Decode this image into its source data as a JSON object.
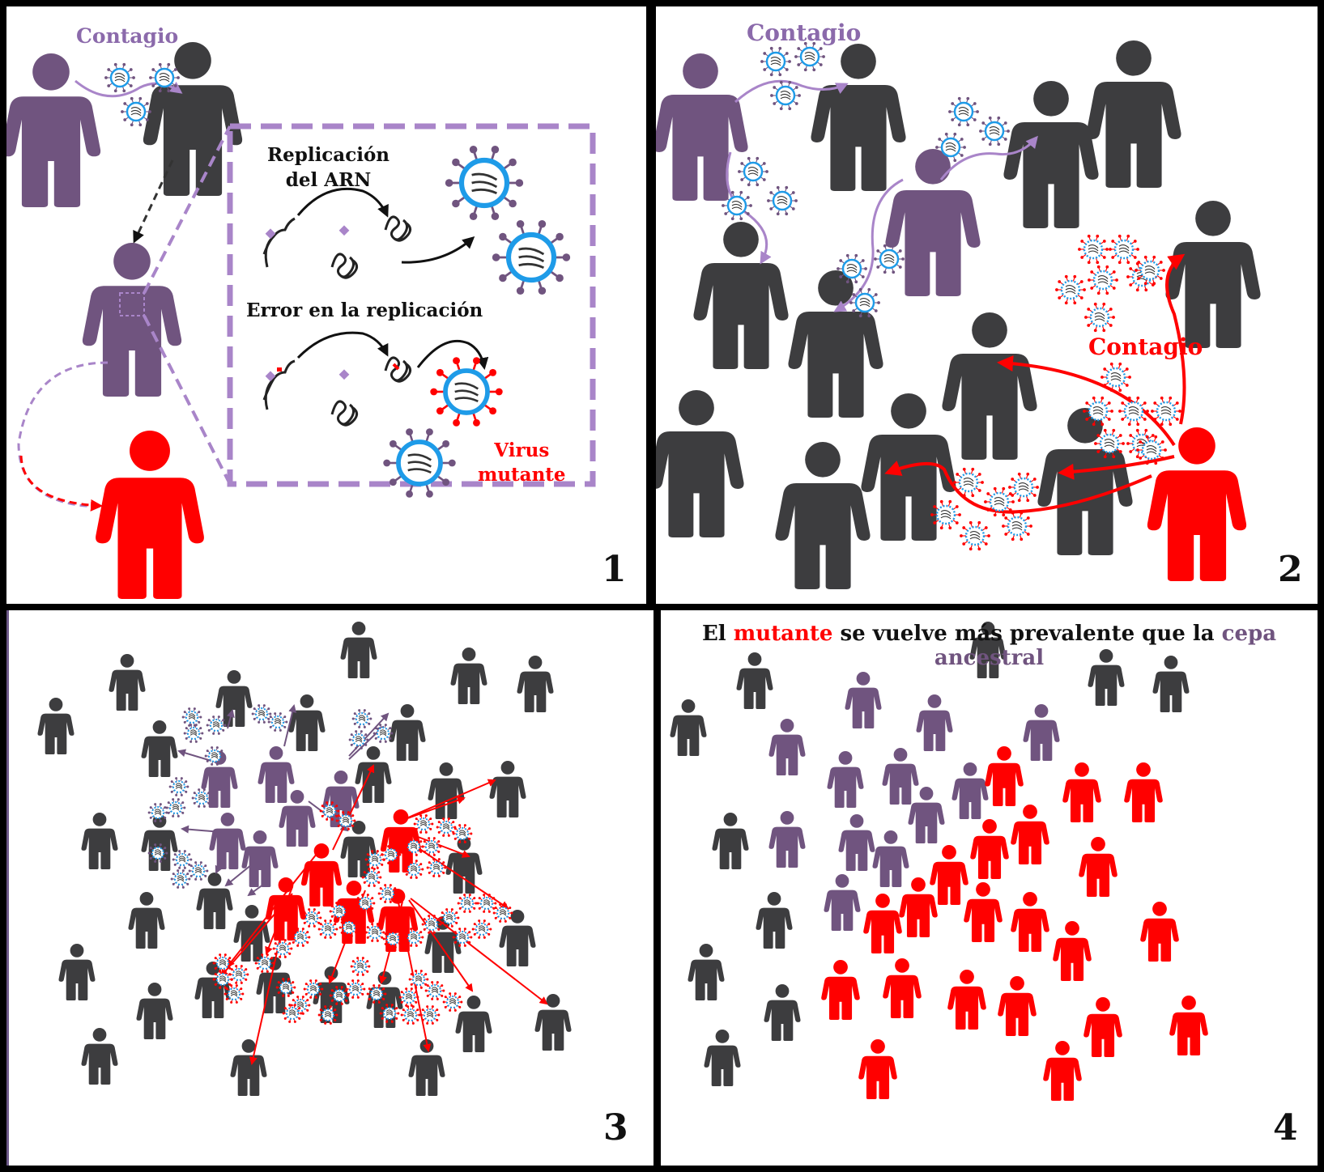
{
  "colors": {
    "purple": "#70547f",
    "gray": "#3d3d3f",
    "red": "#ff0000",
    "lilac": "#a985c9",
    "blue": "#1e9be8"
  },
  "panel1": {
    "label_contagio": "Contagio",
    "label_replicacion": "Replicación\ndel ARN",
    "label_error": "Error en la replicación",
    "label_virus_mutante": "Virus\nmutante",
    "number": "1"
  },
  "panel2": {
    "label_contagio_top": "Contagio",
    "label_contagio_red": "Contagio",
    "number": "2"
  },
  "panel3": {
    "number": "3"
  },
  "panel4": {
    "title_part1": "El ",
    "title_mutante": "mutante",
    "title_part2": " se vuelve más prevalente que la ",
    "title_cepa": "cepa ancestral",
    "number": "4"
  }
}
